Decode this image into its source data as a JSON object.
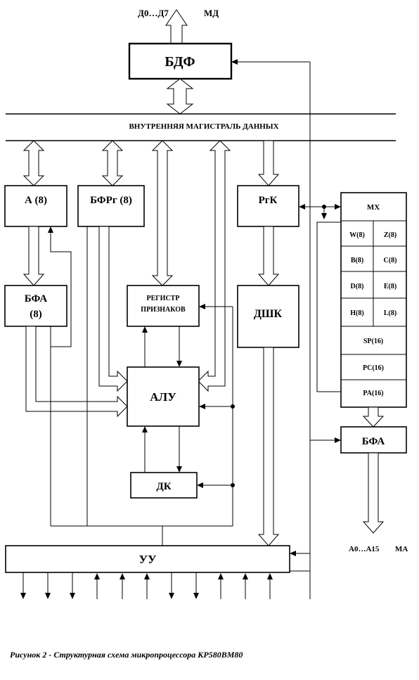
{
  "top": {
    "data_bus_label": "Д0…Д7",
    "md_label": "МД"
  },
  "bdf": "БДФ",
  "internal_bus": "ВНУТРЕННЯЯ  МАГИСТРАЛЬ ДАННЫХ",
  "blocks": {
    "a": "А (8)",
    "bfrg": "БФРг (8)",
    "rgk": "РгК",
    "bfa_line1": "БФА",
    "bfa_line2": "(8)",
    "flags_line1": "РЕГИСТР",
    "flags_line2": "ПРИЗНАКОВ",
    "dshk": "ДШК",
    "alu": "АЛУ",
    "dk": "ДК",
    "uu": "УУ",
    "bfa_addr": "БФА"
  },
  "registers": {
    "mx": "МХ",
    "pairs": [
      [
        "W(8)",
        "Z(8)"
      ],
      [
        "B(8)",
        "C(8)"
      ],
      [
        "D(8)",
        "E(8)"
      ],
      [
        "H(8)",
        "L(8)"
      ]
    ],
    "wide": [
      "SP(16)",
      "PC(16)",
      "PA(16)"
    ]
  },
  "address_bus": {
    "label": "А0…А15",
    "ma_label": "МА"
  },
  "caption": "Рисунок 2 - Структурная схема микропроцессора КР580ВМ80"
}
